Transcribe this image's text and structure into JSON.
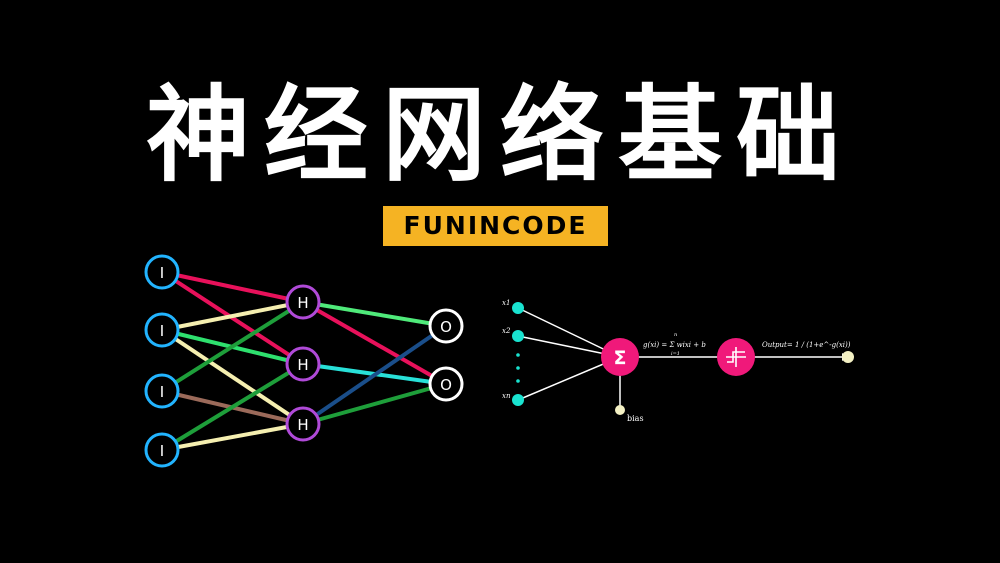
{
  "title": "神经网络基础",
  "badge": "FUNINCODE",
  "network": {
    "input_label": "I",
    "hidden_label": "H",
    "output_label": "O"
  },
  "perceptron": {
    "inputs": [
      "x1",
      "x2",
      "xn"
    ],
    "sum_symbol": "Σ",
    "bias_label": "bias",
    "sum_formula": "g(xi) = Σ wixi + b",
    "sum_from": "i=1",
    "sum_to": "n",
    "output_formula": "Output= 1 / (1+e^-g(xi))"
  },
  "colors": {
    "background": "#000000",
    "badge": "#f5b323",
    "input_node_stroke": "#22b4ff",
    "hidden_node_stroke": "#b04ad8",
    "output_node_stroke": "#ffffff",
    "sum_node": "#f0197a",
    "input_dot": "#19e3d0",
    "output_dot": "#f4f1c4"
  }
}
